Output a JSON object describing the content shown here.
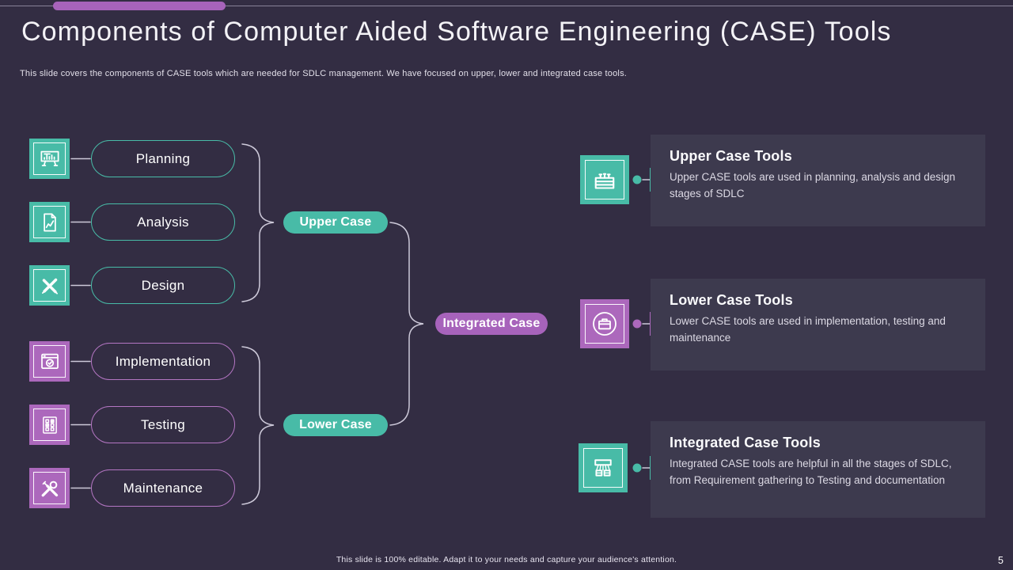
{
  "slide": {
    "title": "Components of Computer Aided Software Engineering (CASE) Tools",
    "subtitle": "This slide covers the components of CASE tools which are needed for SDLC management. We have focused on upper, lower and integrated case tools.",
    "footer": "This slide is 100% editable.  Adapt it to your needs and capture your audience's attention.",
    "page_number": "5"
  },
  "colors": {
    "background": "#332D43",
    "panel": "#3D3A4E",
    "teal_accent": "#48BBA7",
    "purple_accent": "#AC68BC",
    "badge_purple": "#A763BB",
    "connector_line": "#CDC9D9",
    "body_text": "#DCD9E4"
  },
  "diagram": {
    "stages": [
      {
        "label": "Planning",
        "icon": "presentation-chart-icon",
        "group": "upper"
      },
      {
        "label": "Analysis",
        "icon": "document-chart-icon",
        "group": "upper"
      },
      {
        "label": "Design",
        "icon": "pencil-ruler-icon",
        "group": "upper"
      },
      {
        "label": "Implementation",
        "icon": "window-check-icon",
        "group": "lower"
      },
      {
        "label": "Testing",
        "icon": "checklist-icon",
        "group": "lower"
      },
      {
        "label": "Maintenance",
        "icon": "wrench-screwdriver-icon",
        "group": "lower"
      }
    ],
    "badges": [
      {
        "label": "Upper Case"
      },
      {
        "label": "Lower Case"
      },
      {
        "label": "Integrated Case"
      }
    ]
  },
  "cards": [
    {
      "title": "Upper Case Tools",
      "body": "Upper CASE tools are used in planning,  analysis and design stages of SDLC",
      "icon": "toolbox-icon",
      "accent": "teal"
    },
    {
      "title": "Lower Case Tools",
      "body": "Lower CASE tools are used in implementation, testing and maintenance",
      "icon": "briefcase-circle-icon",
      "accent": "purple"
    },
    {
      "title": "Integrated Case Tools",
      "body": "Integrated  CASE tools are helpful in all the stages of SDLC, from Requirement  gathering to Testing and documentation",
      "icon": "integration-machine-icon",
      "accent": "teal"
    }
  ]
}
